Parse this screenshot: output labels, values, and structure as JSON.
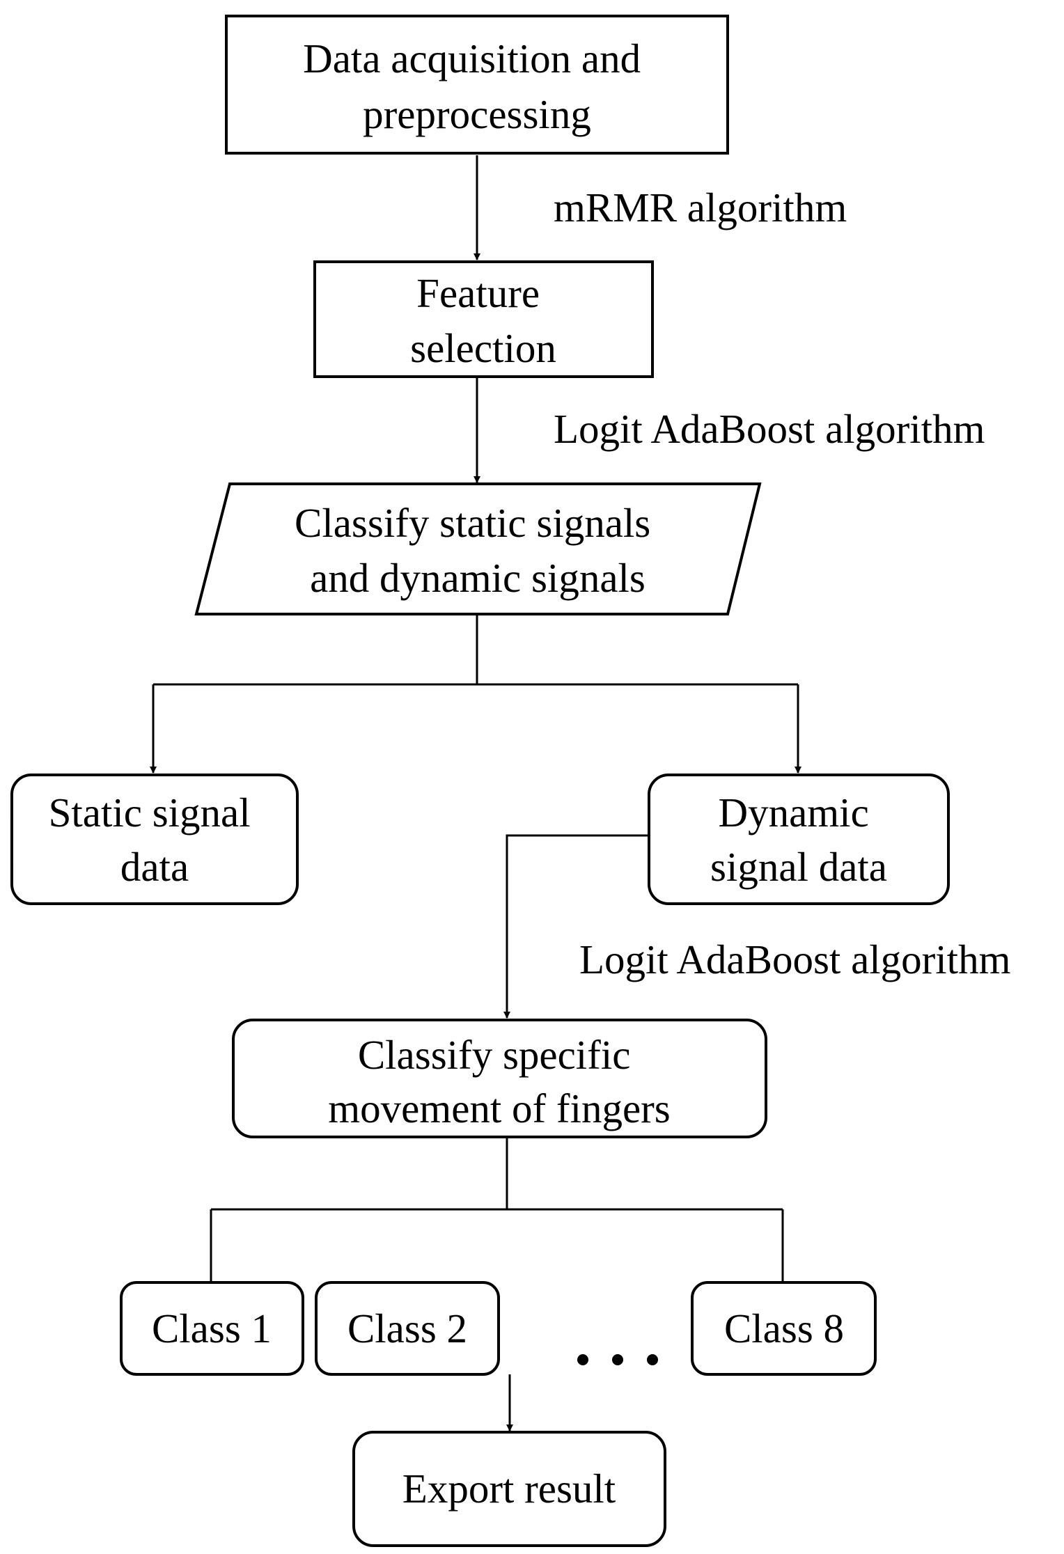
{
  "nodes": {
    "acquisition": [
      "Data acquisition and",
      "preprocessing"
    ],
    "feature_selection": [
      "Feature",
      "selection"
    ],
    "classify_static_dynamic": [
      "Classify static signals",
      "and dynamic signals"
    ],
    "static_signal_data": [
      "Static signal",
      "data"
    ],
    "dynamic_signal_data": [
      "Dynamic",
      "signal data"
    ],
    "classify_fingers": [
      "Classify specific",
      "movement of fingers"
    ],
    "class_1": [
      "Class 1"
    ],
    "class_2": [
      "Class 2"
    ],
    "class_8": [
      "Class 8"
    ],
    "export_result": [
      "Export result"
    ]
  },
  "edge_labels": {
    "mrmr": "mRMR algorithm",
    "logit_1": "Logit AdaBoost algorithm",
    "logit_2": "Logit AdaBoost algorithm"
  },
  "ellipsis": "• • •"
}
